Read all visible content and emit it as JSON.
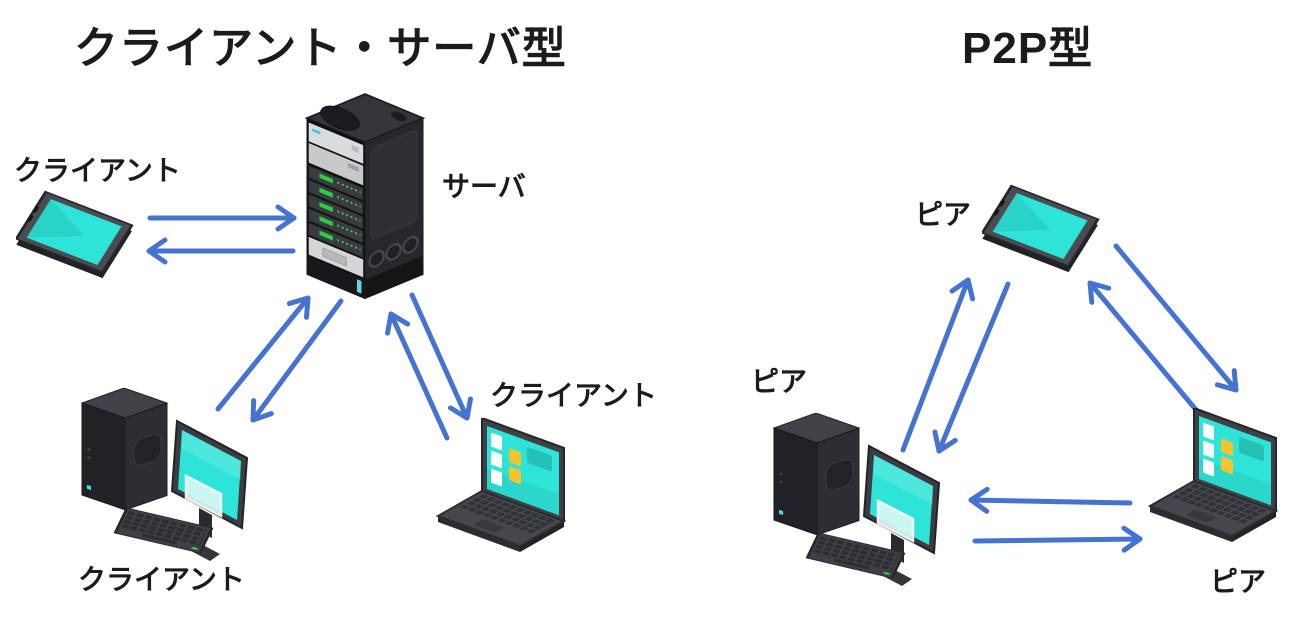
{
  "colors": {
    "background": "#ffffff",
    "text": "#1b1b1b",
    "arrow_blue": "#4573cf",
    "screen_cyan": "#2ee4d8",
    "device_dark": "#2e2f34",
    "window_yellow": "#f4c430",
    "led_green": "#2ecc40"
  },
  "left_diagram": {
    "title": "クライアント・サーバ型",
    "server": {
      "label": "サーバ",
      "device": "rack-server"
    },
    "clients": [
      {
        "label": "クライアント",
        "device": "tablet",
        "position": "top-left"
      },
      {
        "label": "クライアント",
        "device": "desktop",
        "position": "bottom-left"
      },
      {
        "label": "クライアント",
        "device": "laptop",
        "position": "bottom-right"
      }
    ],
    "connections": [
      {
        "from": "tablet-client",
        "to": "server",
        "bidirectional": true
      },
      {
        "from": "desktop-client",
        "to": "server",
        "bidirectional": true
      },
      {
        "from": "laptop-client",
        "to": "server",
        "bidirectional": true
      }
    ]
  },
  "right_diagram": {
    "title": "P2P型",
    "peers": [
      {
        "label": "ピア",
        "device": "tablet",
        "position": "top"
      },
      {
        "label": "ピア",
        "device": "desktop",
        "position": "bottom-left"
      },
      {
        "label": "ピア",
        "device": "laptop",
        "position": "bottom-right"
      }
    ],
    "connections": [
      {
        "from": "tablet-peer",
        "to": "desktop-peer",
        "bidirectional": true
      },
      {
        "from": "tablet-peer",
        "to": "laptop-peer",
        "bidirectional": true
      },
      {
        "from": "desktop-peer",
        "to": "laptop-peer",
        "bidirectional": true
      }
    ]
  }
}
